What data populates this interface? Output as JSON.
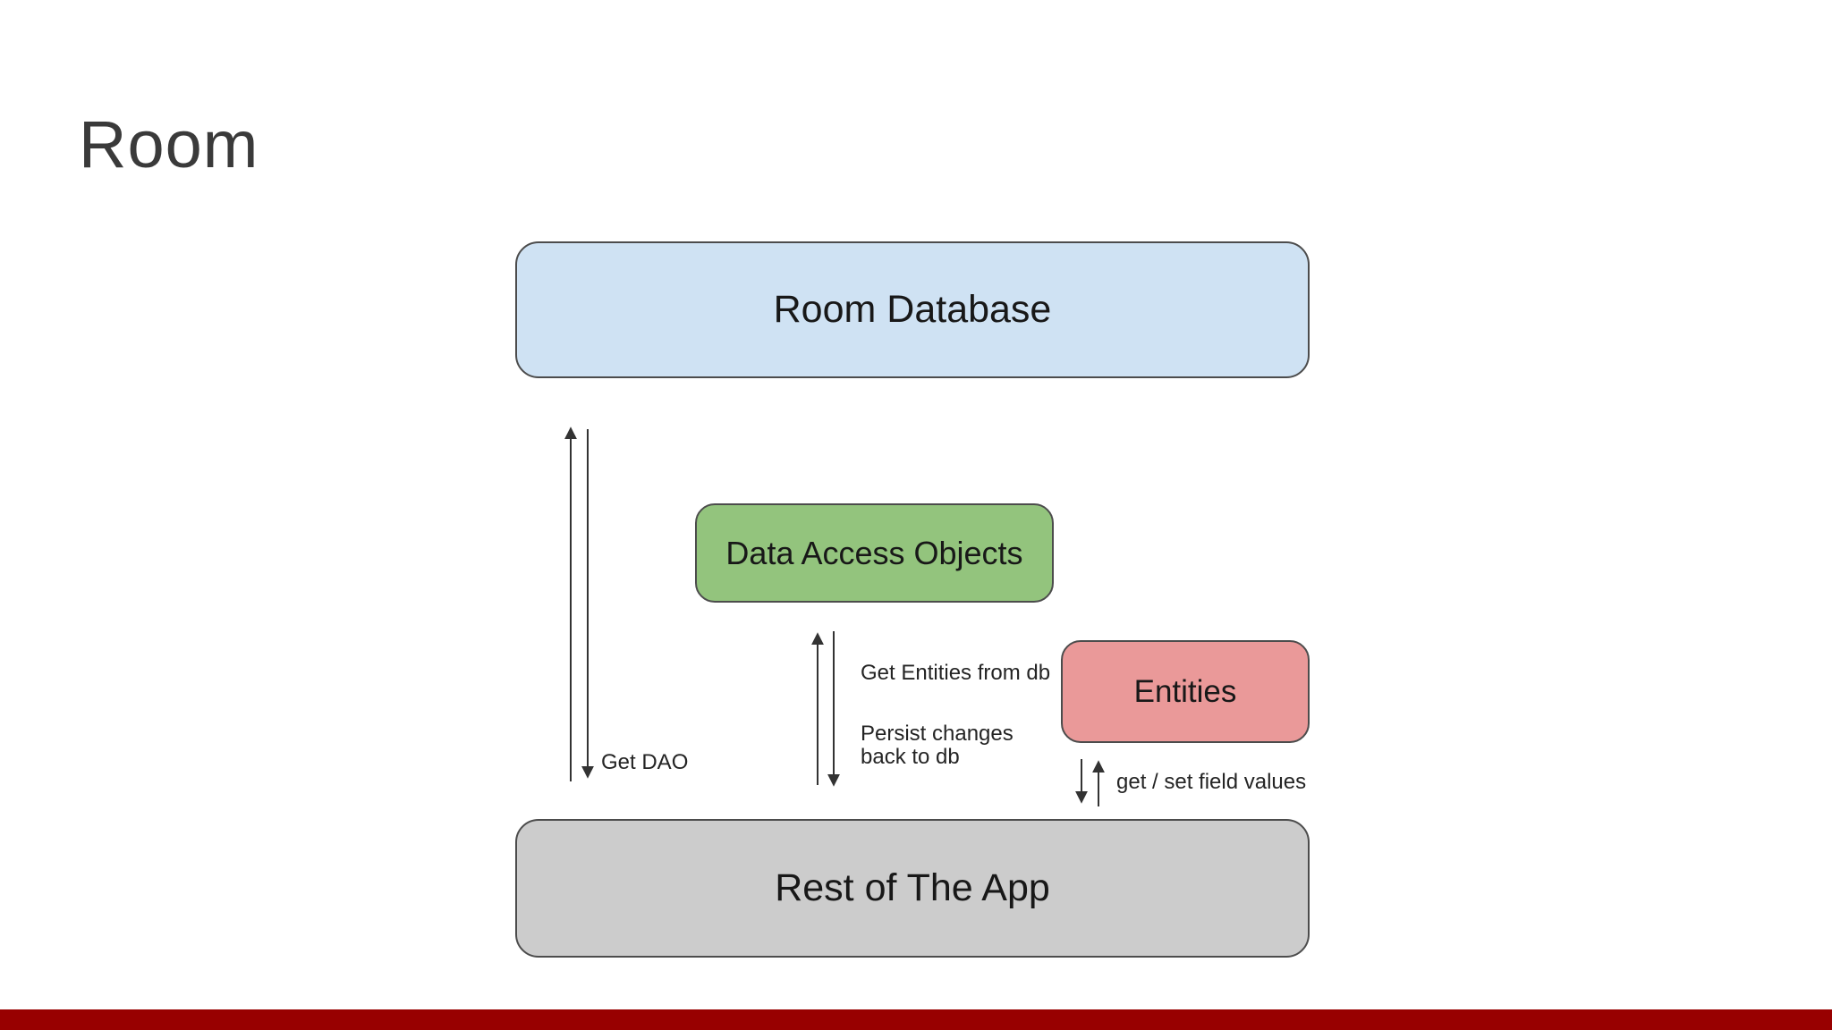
{
  "slide": {
    "title": "Room",
    "background": "#ffffff",
    "accent_bar_color": "#980000"
  },
  "diagram": {
    "border_color": "#4c4c4c",
    "arrow_color": "#333333",
    "nodes": {
      "room_database": {
        "label": "Room Database",
        "fill": "#cfe2f3"
      },
      "data_access_objects": {
        "label": "Data Access Objects",
        "fill": "#93c47d"
      },
      "entities": {
        "label": "Entities",
        "fill": "#ea9999"
      },
      "rest_of_app": {
        "label": "Rest of The App",
        "fill": "#cccccc"
      }
    },
    "edges": {
      "rest_to_room_db": {
        "from": "rest_of_app",
        "to": "room_database",
        "label": "Get DAO"
      },
      "rest_to_dao": {
        "from": "rest_of_app",
        "to": "data_access_objects",
        "label_up": "Get Entities from db",
        "label_down_line1": "Persist changes",
        "label_down_line2": "back to db"
      },
      "entities_to_rest": {
        "from": "entities",
        "to": "rest_of_app",
        "label": "get / set field values"
      }
    }
  }
}
